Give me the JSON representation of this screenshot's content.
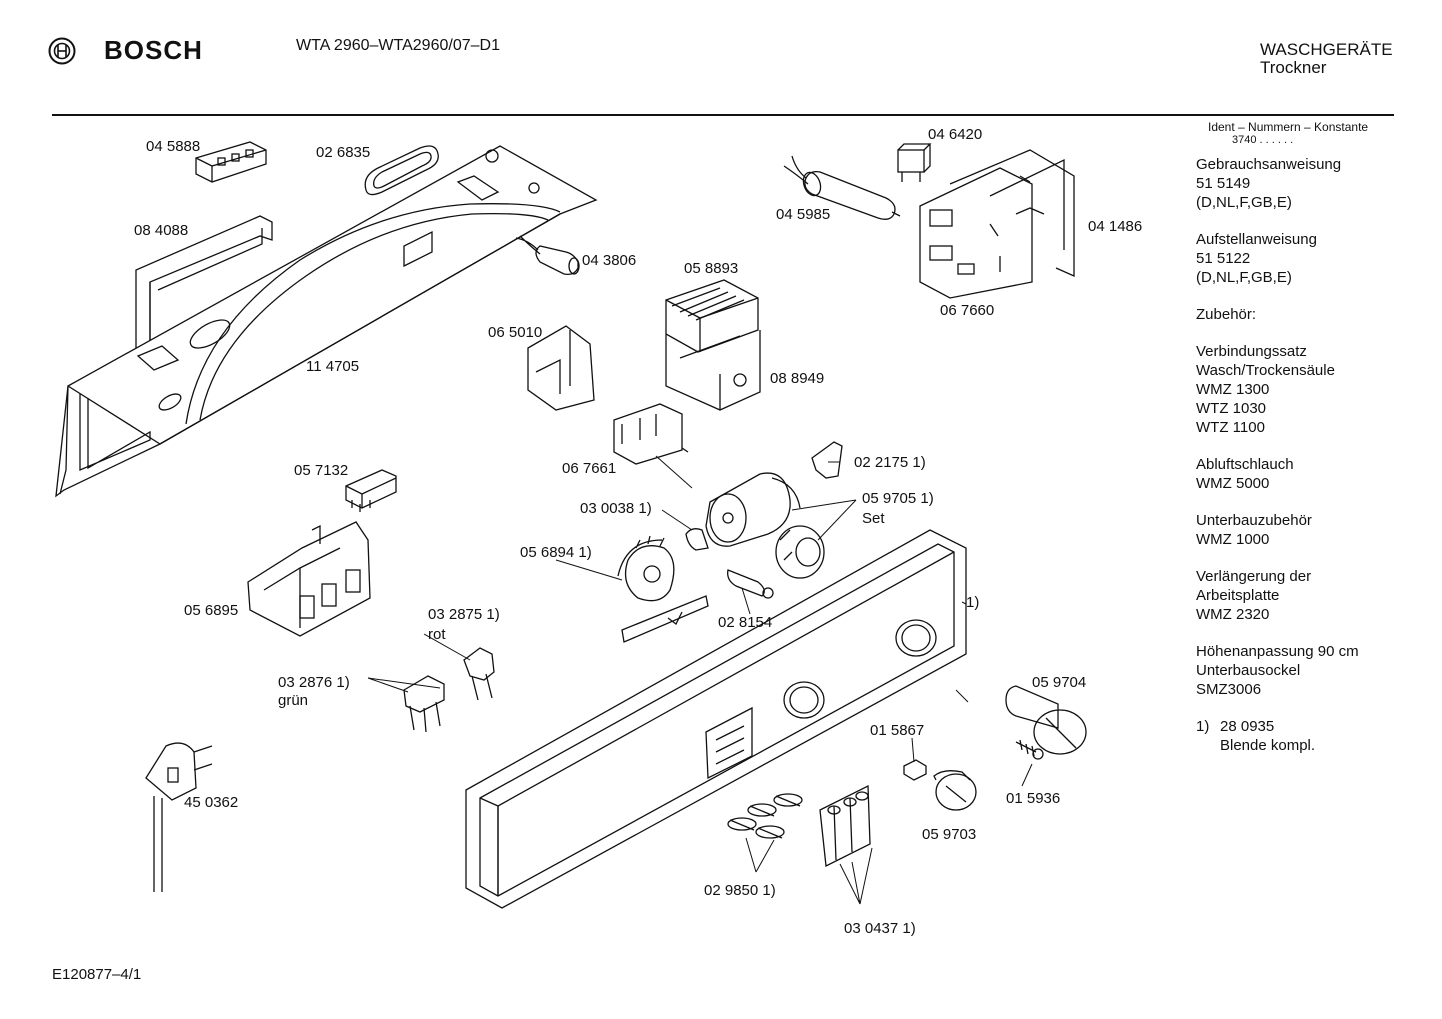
{
  "header": {
    "brand": "BOSCH",
    "model": "WTA 2960–WTA2960/07–D1",
    "category": "WASCHGERÄTE",
    "subcategory": "Trockner"
  },
  "side_panel": {
    "ident_heading": "Ident – Nummern – Konstante",
    "ident_value": "3740 . . . . . .",
    "blocks": [
      {
        "lines": [
          "Gebrauchsanweisung",
          "51 5149",
          "(D,NL,F,GB,E)"
        ]
      },
      {
        "lines": [
          "Aufstellanweisung",
          "51 5122",
          "(D,NL,F,GB,E)"
        ]
      },
      {
        "lines": [
          "Zubehör:"
        ]
      },
      {
        "lines": [
          "Verbindungssatz",
          "Wasch/Trockensäule",
          "WMZ 1300",
          "WTZ 1030",
          "WTZ 1100"
        ]
      },
      {
        "lines": [
          "Abluftschlauch",
          "WMZ 5000"
        ]
      },
      {
        "lines": [
          "Unterbauzubehör",
          "WMZ 1000"
        ]
      },
      {
        "lines": [
          "Verlängerung der",
          "Arbeitsplatte",
          "WMZ 2320"
        ]
      },
      {
        "lines": [
          "Höhenanpassung 90 cm",
          "Unterbausockel",
          "SMZ3006"
        ]
      }
    ],
    "footnote_marker": "1)",
    "footnote_lines": [
      "28 0935",
      "Blende kompl."
    ]
  },
  "parts": {
    "p045888": "04 5888",
    "p026835": "02 6835",
    "p084088": "08 4088",
    "p043806": "04 3806",
    "p114705": "11 4705",
    "p046420": "04 6420",
    "p045985": "04 5985",
    "p041486": "04 1486",
    "p067660": "06 7660",
    "p058893": "05 8893",
    "p065010": "06 5010",
    "p088949": "08 8949",
    "p067661": "06 7661",
    "p022175": "02 2175 1)",
    "p057132": "05 7132",
    "p030038": "03 0038 1)",
    "p059705": "05 9705 1)",
    "p059705_set": "Set",
    "p056894": "05 6894 1)",
    "p056895": "05 6895",
    "p028154": "02 8154",
    "p_panel": "1)",
    "p032875": "03 2875 1)",
    "p032875_color": "rot",
    "p032876": "03 2876 1)",
    "p032876_color": "grün",
    "p059704": "05 9704",
    "p015867": "01 5867",
    "p015936": "01 5936",
    "p059703": "05 9703",
    "p450362": "45 0362",
    "p029850": "02 9850 1)",
    "p030437": "03 0437 1)"
  },
  "footer": {
    "drawing_number": "E120877–4/1"
  }
}
